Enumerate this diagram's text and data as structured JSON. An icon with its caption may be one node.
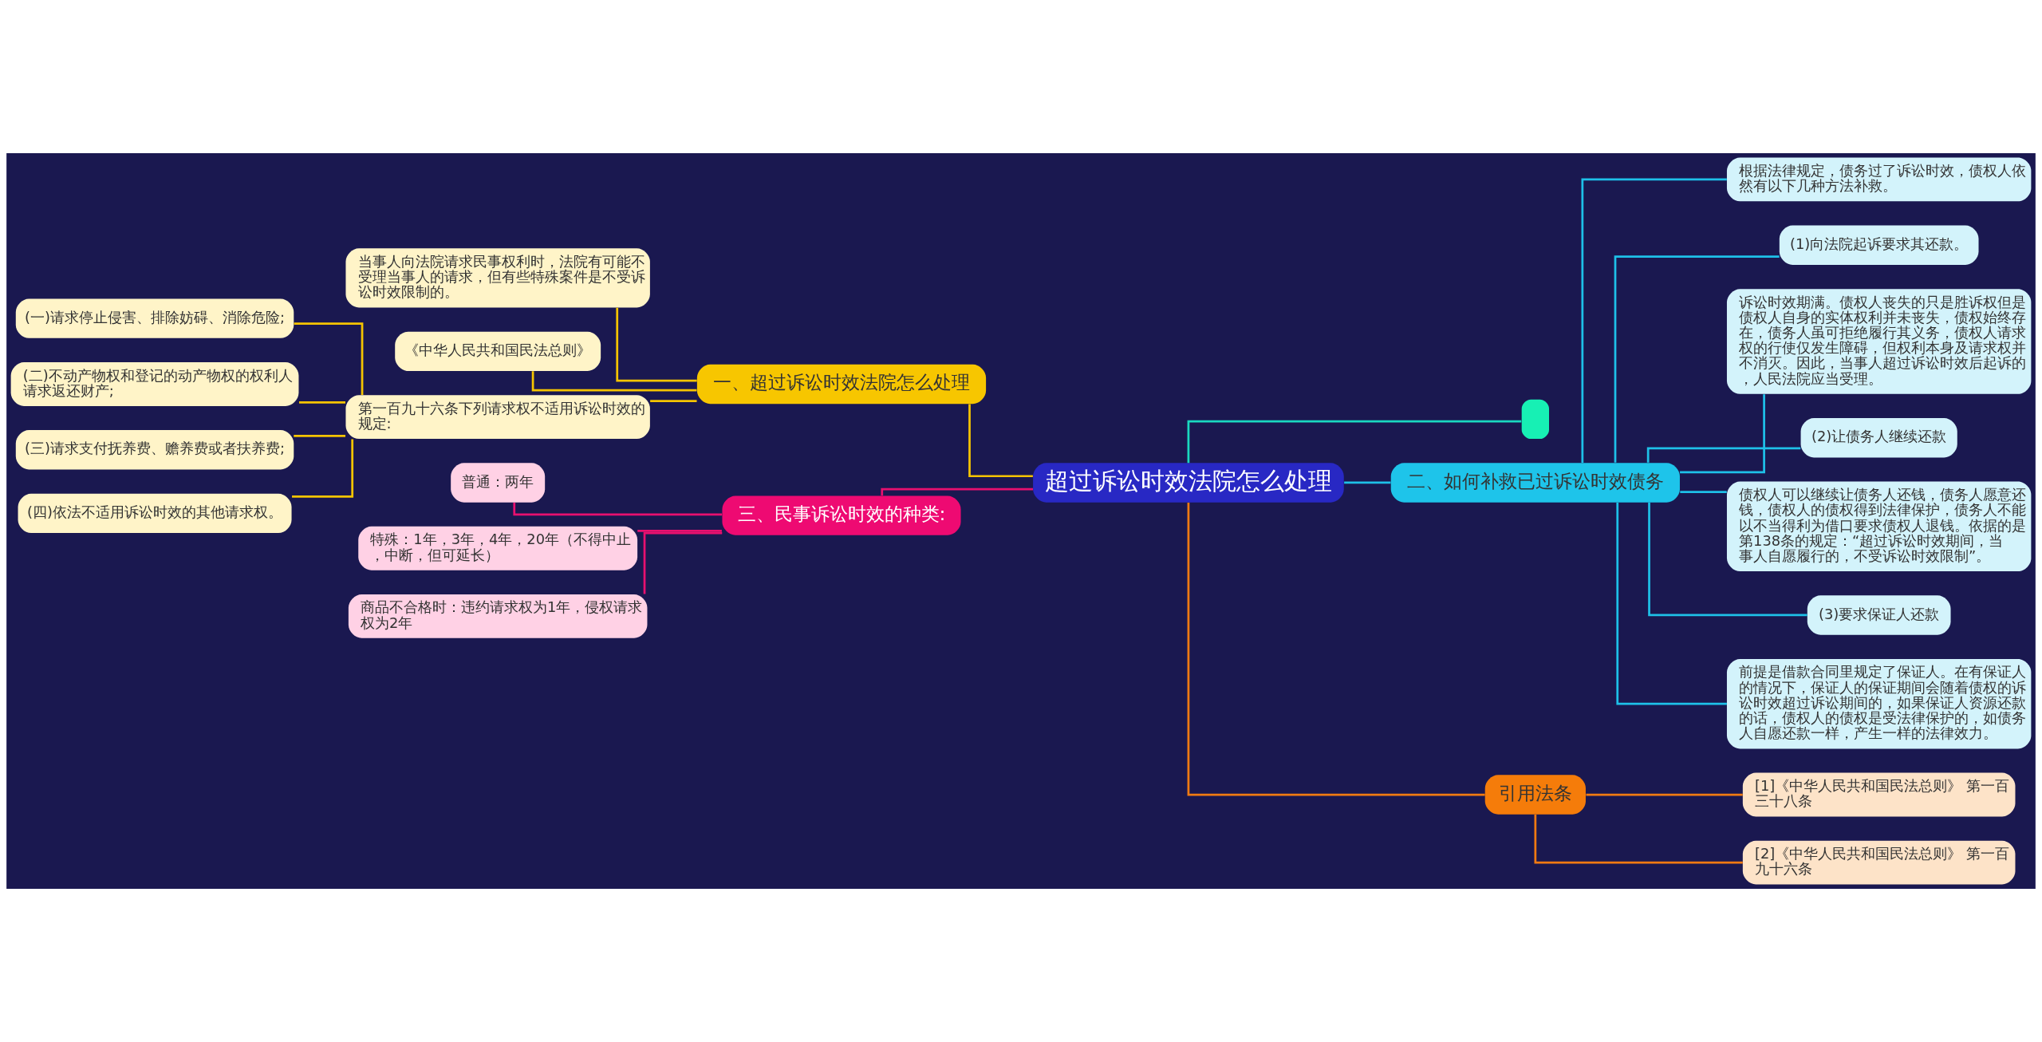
{
  "diagram": {
    "nodes": [
      {
        "text": [
          "超过诉讼时效法院怎么处理"
        ]
      },
      {
        "text": [
          "一、超过诉讼时效法院怎么处理"
        ]
      },
      {
        "text": [
          "当事人向法院请求民事权利时，法院有可能不受理当事人的请求，但有些特殊案件是不受诉讼时效限制的。"
        ]
      },
      {
        "text": [
          "《中华人民共和国民法总则》"
        ]
      },
      {
        "text": [
          "第一百九十六条下列请求权不适用诉讼时效的规定:"
        ]
      },
      {
        "text": [
          "(一)请求停止侵害、排除妨碍、消除危险;"
        ]
      },
      {
        "text": [
          "(二)不动产物权和登记的动产物权的权利人请求返还财产;"
        ]
      },
      {
        "text": [
          "(三)请求支付抚养费、赡养费或者扶养费;"
        ]
      },
      {
        "text": [
          "(四)依法不适用诉讼时效的其他请求权。"
        ]
      },
      {
        "text": [
          "三、民事诉讼时效的种类:"
        ]
      },
      {
        "text": [
          "普通：两年"
        ]
      },
      {
        "text": [
          "特殊：1年，3年，4年，20年（不得中止，中断，但可延长）"
        ]
      },
      {
        "text": [
          "商品不合格时：违约请求权为1年，侵权请求权为2年"
        ]
      },
      {
        "text": [],
        "shape": "box"
      },
      {
        "text": [
          "二、如何补救已过诉讼时效债务"
        ]
      },
      {
        "text": [
          "根据法律规定，债务过了诉讼时效，债权人依然有以下几种方法补救。"
        ]
      },
      {
        "text": [
          "(1)向法院起诉要求其还款。"
        ]
      },
      {
        "text": [
          "诉讼时效期满。债权人丧失的只是胜诉权但是债权人自身的实体权利并未丧失，债权始终存在，债务人虽可拒绝履行其义务，债权人请求权的行使仅发生障碍，但权利本身及请求权并不消灭。因此，当事人超过诉讼时效后起诉的，人民法院应当受理。"
        ]
      },
      {
        "text": [
          "(2)让债务人继续还款"
        ]
      },
      {
        "text": [
          "债权人可以继续让债务人还钱，债务人愿意还钱，债权人的债权得到法律保护，债务人不能以不当得利为借口要求债权人退钱。依据的是第138条的规定：“超过诉讼时效期间，当事人自愿履行的，不受诉讼时效限制”。"
        ]
      },
      {
        "text": [
          "(3)要求保证人还款"
        ]
      },
      {
        "text": [
          "前提是借款合同里规定了保证人。在有保证人的情况下，保证人的保证期间会随着债权的诉讼时效超过诉讼期间的，如果保证人资源还款的话，债权人的债权是受法律保护的，如债务人自愿还款一样，产生一样的法律效力。"
        ]
      },
      {
        "text": [
          "引用法条"
        ]
      },
      {
        "text": [
          "[1]《中华人民共和国民法总则》 第一百三十八条"
        ]
      },
      {
        "text": [
          "[2]《中华人民共和国民法总则》 第一百九十六条"
        ]
      }
    ],
    "edges": [
      {
        "from": 0,
        "to": 1,
        "arrow": "none",
        "color": "#f5c400"
      },
      {
        "from": 1,
        "to": 2,
        "arrow": "none",
        "color": "#f5c400"
      },
      {
        "from": 1,
        "to": 3,
        "arrow": "none",
        "color": "#f5c400"
      },
      {
        "from": 1,
        "to": 4,
        "arrow": "none",
        "color": "#f5c400"
      },
      {
        "from": 4,
        "to": 5,
        "arrow": "none",
        "color": "#f5c400"
      },
      {
        "from": 4,
        "to": 6,
        "arrow": "none",
        "color": "#f5c400"
      },
      {
        "from": 4,
        "to": 7,
        "arrow": "none",
        "color": "#f5c400"
      },
      {
        "from": 4,
        "to": 8,
        "arrow": "none",
        "color": "#f5c400"
      },
      {
        "from": 0,
        "to": 9,
        "arrow": "none",
        "color": "#e8106f"
      },
      {
        "from": 9,
        "to": 10,
        "arrow": "none",
        "color": "#e8106f"
      },
      {
        "from": 9,
        "to": 11,
        "arrow": "none",
        "color": "#e8106f"
      },
      {
        "from": 9,
        "to": 12,
        "arrow": "none",
        "color": "#e8106f"
      },
      {
        "from": 0,
        "to": 13,
        "arrow": "none",
        "color": "#1ad8c0"
      },
      {
        "from": 0,
        "to": 14,
        "arrow": "none",
        "color": "#1ec0e8"
      },
      {
        "from": 14,
        "to": 15,
        "arrow": "none",
        "color": "#1ec0e8"
      },
      {
        "from": 14,
        "to": 16,
        "arrow": "none",
        "color": "#1ec0e8"
      },
      {
        "from": 14,
        "to": 17,
        "arrow": "none",
        "color": "#1ec0e8"
      },
      {
        "from": 14,
        "to": 18,
        "arrow": "none",
        "color": "#1ec0e8"
      },
      {
        "from": 14,
        "to": 19,
        "arrow": "none",
        "color": "#1ec0e8"
      },
      {
        "from": 14,
        "to": 20,
        "arrow": "none",
        "color": "#1ec0e8"
      },
      {
        "from": 14,
        "to": 21,
        "arrow": "none",
        "color": "#1ec0e8"
      },
      {
        "from": 0,
        "to": 22,
        "arrow": "none",
        "color": "#f07a12"
      },
      {
        "from": 22,
        "to": 23,
        "arrow": "none",
        "color": "#f07a12"
      },
      {
        "from": 22,
        "to": 24,
        "arrow": "none",
        "color": "#f07a12"
      }
    ]
  }
}
